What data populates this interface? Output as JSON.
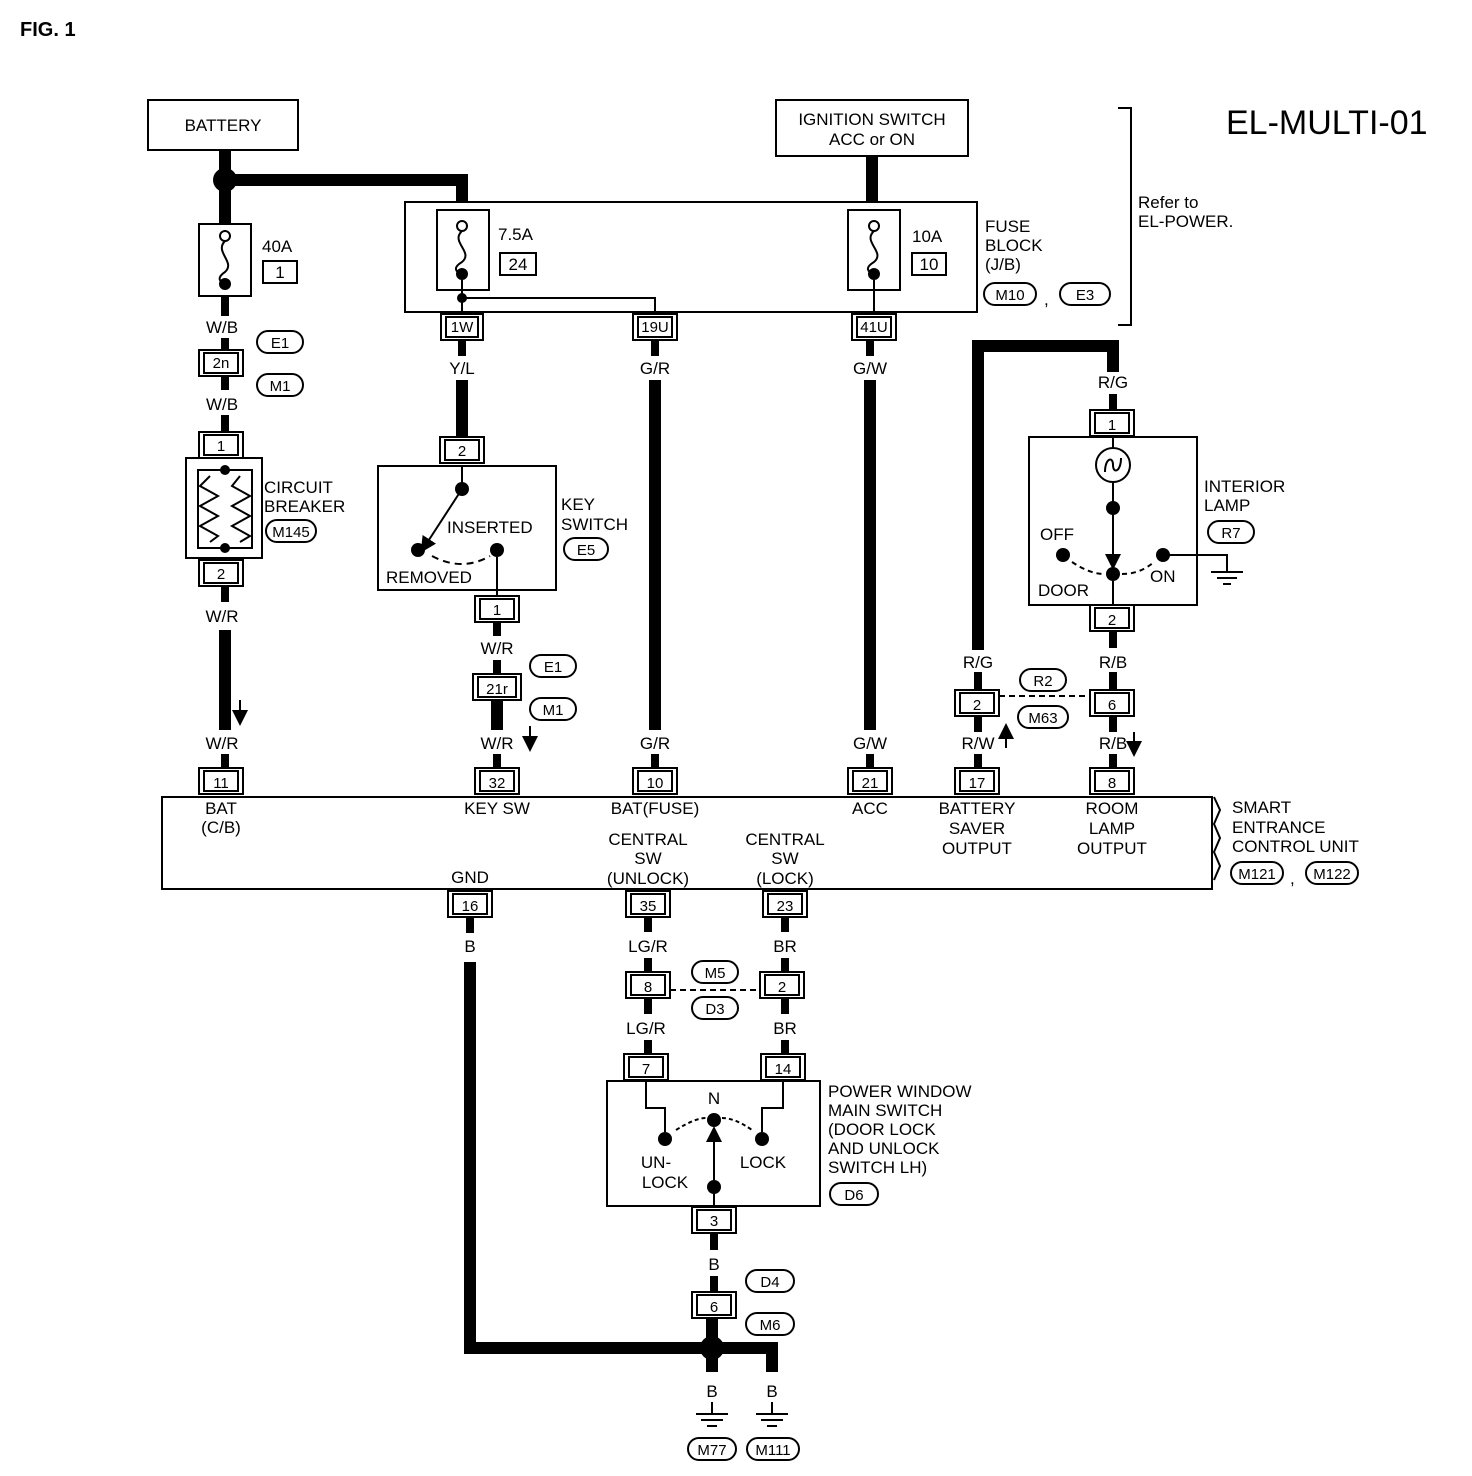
{
  "figure": {
    "label": "FIG. 1",
    "code": "EL-MULTI-01"
  },
  "battery": {
    "label": "BATTERY"
  },
  "ignition": {
    "line1": "IGNITION SWITCH",
    "line2": "ACC or ON"
  },
  "refer": {
    "line1": "Refer to",
    "line2": "EL-POWER."
  },
  "fuse_block": {
    "line1": "FUSE",
    "line2": "BLOCK",
    "line3": "(J/B)",
    "conn_a": "M10",
    "conn_b": "E3",
    "sep": ",",
    "fuse_a_rating": "7.5A",
    "fuse_a_no": "24",
    "fuse_b_rating": "10A",
    "fuse_b_no": "10",
    "term_a": "1W",
    "term_b": "19U",
    "term_c": "41U"
  },
  "main_fuse": {
    "rating": "40A",
    "no": "1"
  },
  "wires": {
    "wb": "W/B",
    "wr": "W/R",
    "yl": "Y/L",
    "gr": "G/R",
    "gw": "G/W",
    "rg": "R/G",
    "rb": "R/B",
    "rw": "R/W",
    "b": "B",
    "lgr": "LG/R",
    "br": "BR"
  },
  "connectors": {
    "e1": "E1",
    "m1": "M1",
    "r2": "R2",
    "m63": "M63",
    "m5": "M5",
    "d3": "D3",
    "d4": "D4",
    "m6": "M6",
    "m77": "M77",
    "m111": "M111"
  },
  "terminals": {
    "t2n": "2n",
    "t21r": "21r",
    "cb1": "1",
    "cb2": "2",
    "ks2": "2",
    "ks1": "1",
    "il1": "1",
    "il2": "2",
    "r2_2": "2",
    "r2_6": "6",
    "m5_8": "8",
    "m5_2": "2",
    "pw7": "7",
    "pw14": "14",
    "pw3": "3",
    "d4_6": "6"
  },
  "circuit_breaker": {
    "line1": "CIRCUIT",
    "line2": "BREAKER",
    "conn": "M145"
  },
  "key_switch": {
    "line1": "KEY",
    "line2": "SWITCH",
    "conn": "E5",
    "inserted": "INSERTED",
    "removed": "REMOVED"
  },
  "interior_lamp": {
    "line1": "INTERIOR",
    "line2": "LAMP",
    "conn": "R7",
    "off": "OFF",
    "door": "DOOR",
    "on": "ON"
  },
  "control_unit": {
    "line1": "SMART",
    "line2": "ENTRANCE",
    "line3": "CONTROL UNIT",
    "conn_a": "M121",
    "conn_b": "M122",
    "sep": ",",
    "pins_top": [
      {
        "no": "11",
        "label1": "BAT",
        "label2": "(C/B)"
      },
      {
        "no": "32",
        "label1": "KEY SW",
        "label2": ""
      },
      {
        "no": "10",
        "label1": "BAT(FUSE)",
        "label2": ""
      },
      {
        "no": "21",
        "label1": "ACC",
        "label2": ""
      },
      {
        "no": "17",
        "label1": "BATTERY",
        "label2": "SAVER",
        "label3": "OUTPUT"
      },
      {
        "no": "8",
        "label1": "ROOM",
        "label2": "LAMP",
        "label3": "OUTPUT"
      }
    ],
    "pins_bottom": [
      {
        "no": "16",
        "label1": "GND"
      },
      {
        "no": "35",
        "label1": "CENTRAL",
        "label2": "SW",
        "label3": "(UNLOCK)"
      },
      {
        "no": "23",
        "label1": "CENTRAL",
        "label2": "SW",
        "label3": "(LOCK)"
      }
    ]
  },
  "power_window": {
    "line1": "POWER WINDOW",
    "line2": "MAIN SWITCH",
    "line3": "(DOOR LOCK",
    "line4": "AND UNLOCK",
    "line5": "SWITCH LH)",
    "conn": "D6",
    "n": "N",
    "unlock1": "UN-",
    "unlock2": "LOCK",
    "lock": "LOCK"
  }
}
